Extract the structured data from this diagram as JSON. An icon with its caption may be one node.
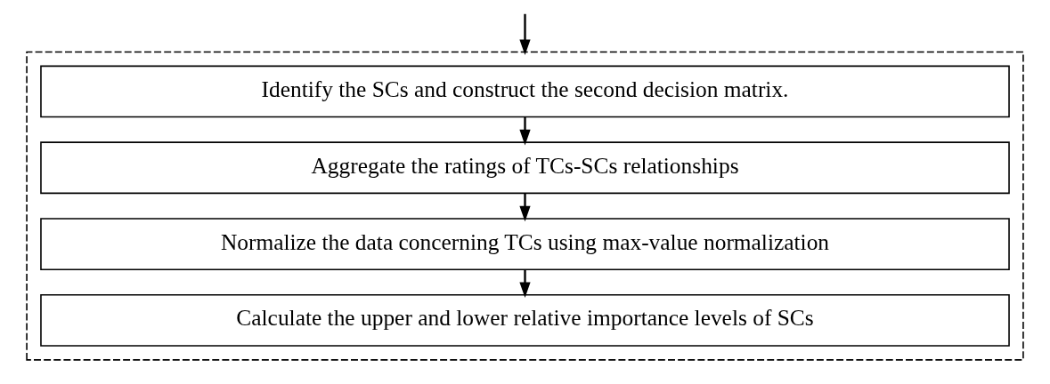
{
  "diagram": {
    "nodes": [
      {
        "text": [],
        "shape": "box"
      },
      {
        "text": [
          "Identify the SCs and construct the second decision matrix."
        ],
        "in": 0
      },
      {
        "text": [
          "Aggregate the ratings of TCs-SCs relationships"
        ],
        "in": 0
      },
      {
        "text": [
          "Normalize the data concerning TCs using max-value normalization"
        ],
        "in": 0
      },
      {
        "text": [
          "Calculate the upper and lower relative importance levels of SCs"
        ],
        "in": 0
      }
    ],
    "edges": [
      {
        "from": null,
        "to": 0,
        "arrow": "to"
      },
      {
        "from": 1,
        "to": 2,
        "arrow": "to"
      },
      {
        "from": 2,
        "to": 3,
        "arrow": "to"
      },
      {
        "from": 3,
        "to": 4,
        "arrow": "to"
      }
    ]
  }
}
